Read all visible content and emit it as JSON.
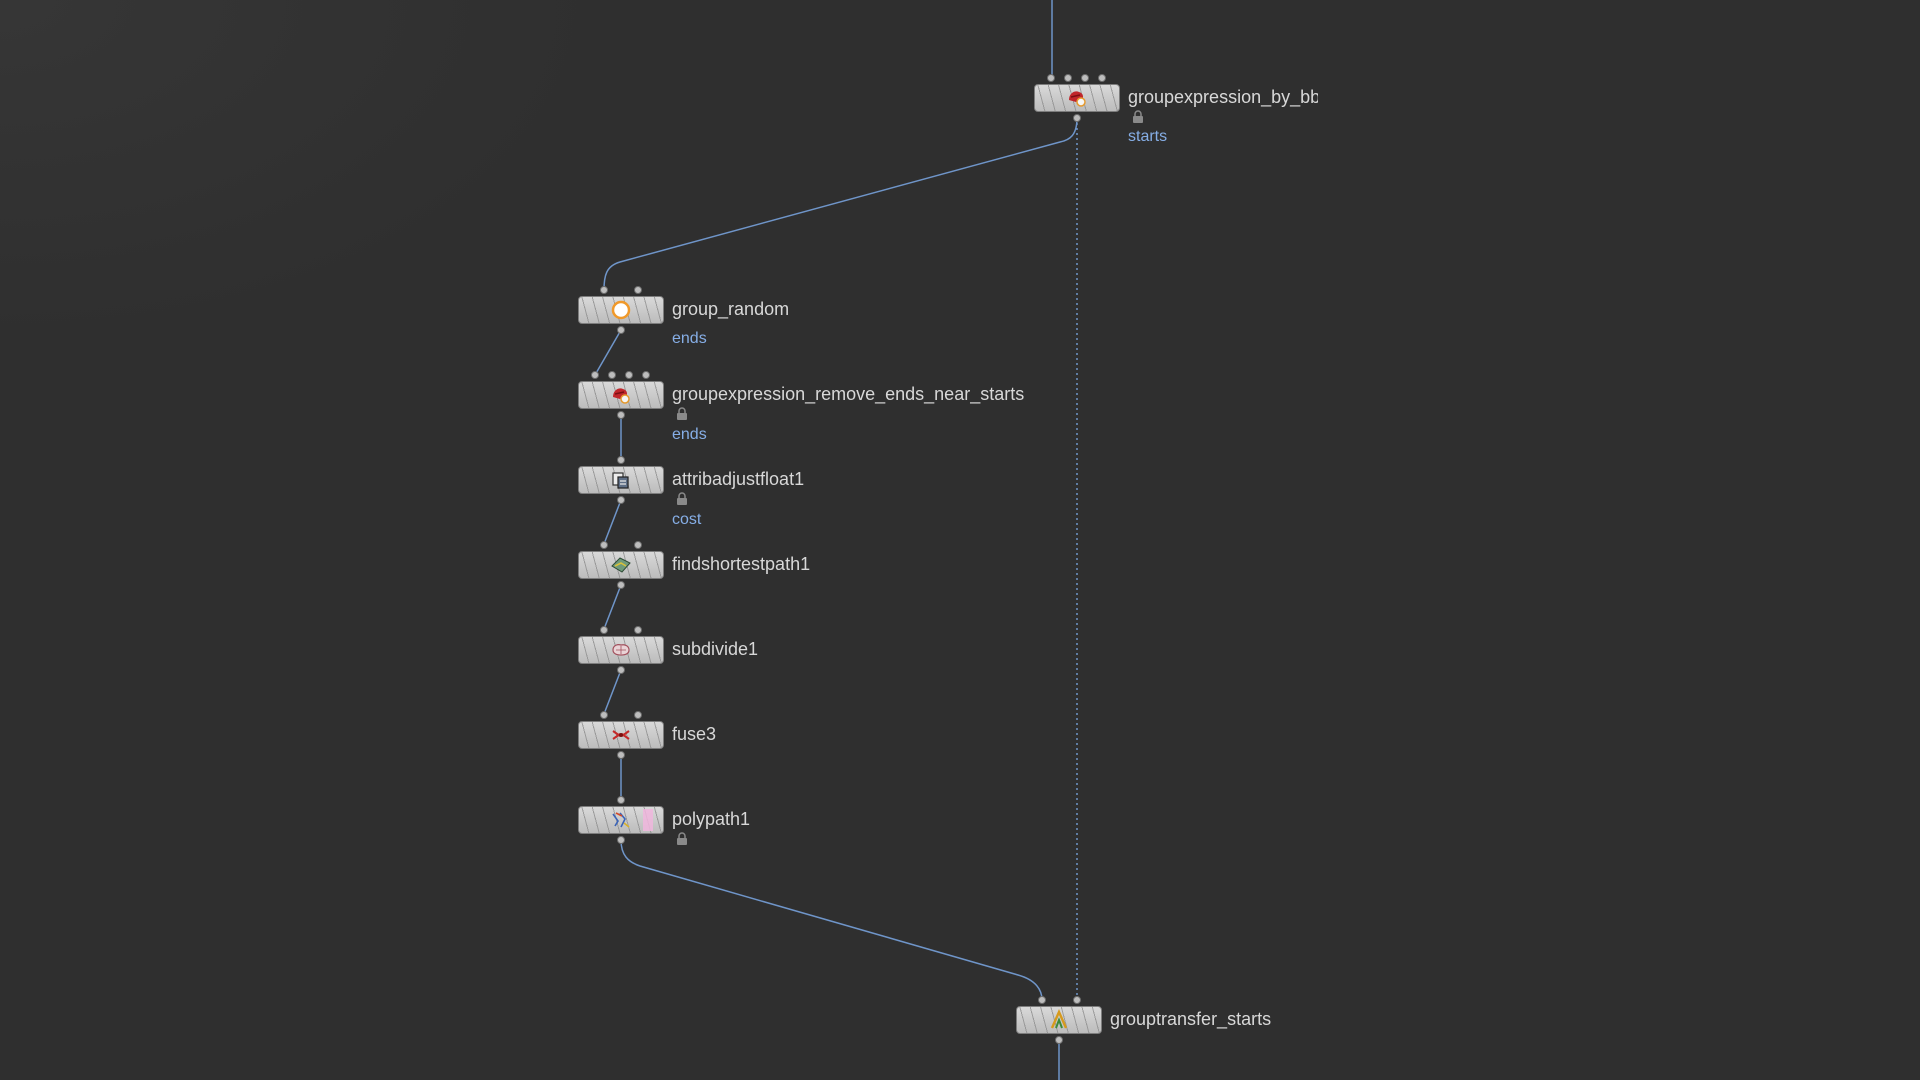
{
  "colors": {
    "background": "#2f2f2f",
    "wire": "#6f95c9",
    "label": "#d8d8d8",
    "group_label": "#86aee6"
  },
  "nodes": [
    {
      "label": "groupexpression_by_bb",
      "group": "starts",
      "locked": true,
      "icon": "group-expression-icon"
    },
    {
      "label": "group_random",
      "group": "ends",
      "locked": false,
      "icon": "group-random-icon"
    },
    {
      "label": "groupexpression_remove_ends_near_starts",
      "group": "ends",
      "locked": true,
      "icon": "group-expression-icon"
    },
    {
      "label": "attribadjustfloat1",
      "group": "cost",
      "locked": true,
      "icon": "attrib-adjust-icon"
    },
    {
      "label": "findshortestpath1",
      "group": "",
      "locked": false,
      "icon": "find-shortest-path-icon"
    },
    {
      "label": "subdivide1",
      "group": "",
      "locked": false,
      "icon": "subdivide-icon"
    },
    {
      "label": "fuse3",
      "group": "",
      "locked": false,
      "icon": "fuse-icon"
    },
    {
      "label": "polypath1",
      "group": "",
      "locked": true,
      "icon": "polypath-icon"
    },
    {
      "label": "grouptransfer_starts",
      "group": "",
      "locked": false,
      "icon": "group-transfer-icon"
    }
  ]
}
